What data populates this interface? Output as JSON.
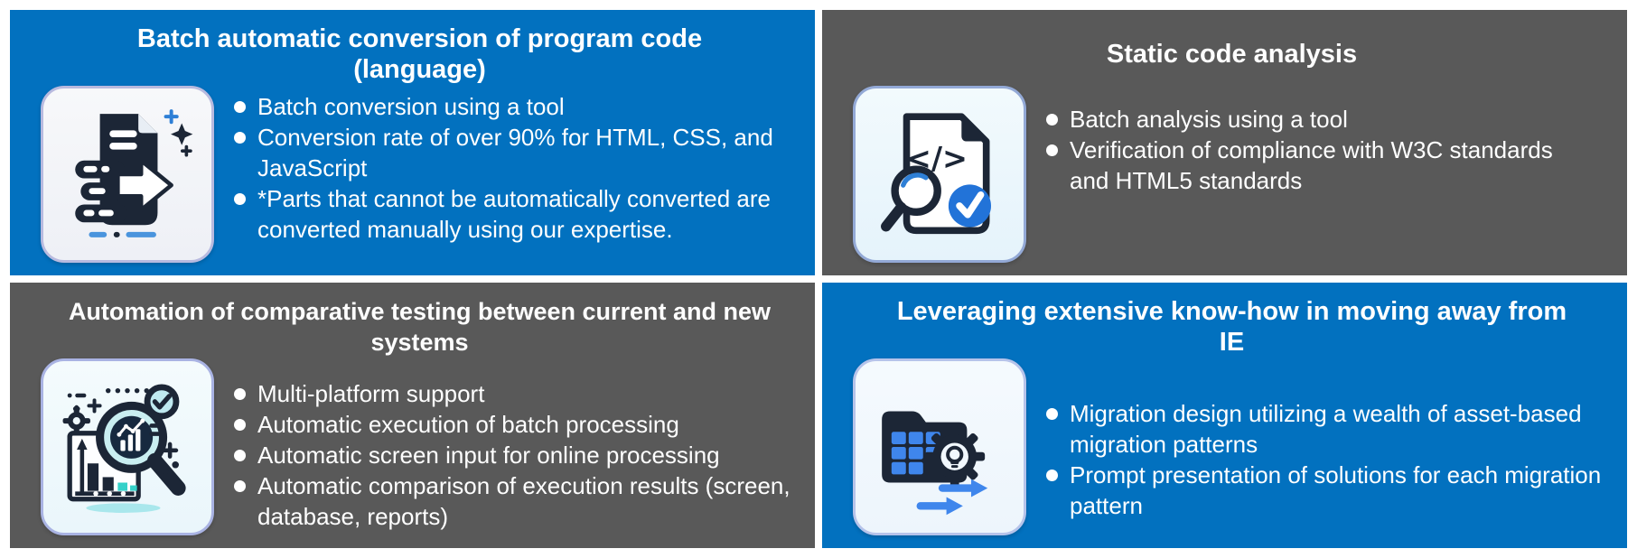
{
  "colors": {
    "panel_blue": "#0271BF",
    "panel_gray": "#595959",
    "text_white": "#FFFFFF",
    "icon_dark_navy": "#1C2636",
    "icon_accent_blue": "#2E7FD6",
    "icon_accent_teal": "#35D1C9"
  },
  "panels": [
    {
      "title": "Batch automatic conversion of program code (language)",
      "icon": "document-conversion-icon",
      "bullets": [
        "Batch conversion using a tool",
        "Conversion rate of over 90% for HTML, CSS, and JavaScript",
        "*Parts that cannot be automatically converted are converted manually using our expertise."
      ]
    },
    {
      "title": "Static code analysis",
      "icon": "code-analysis-icon",
      "bullets": [
        "Batch analysis using a tool",
        "Verification of compliance with W3C standards and HTML5 standards"
      ]
    },
    {
      "title": "Automation of comparative testing between current and new systems",
      "icon": "comparative-testing-icon",
      "bullets": [
        "Multi-platform support",
        "Automatic execution of batch processing",
        "Automatic screen input for online processing",
        "Automatic comparison of execution results (screen, database, reports)"
      ]
    },
    {
      "title": "Leveraging extensive know-how in moving away from IE",
      "icon": "ie-migration-icon",
      "bullets": [
        "Migration design utilizing a wealth of asset-based migration patterns",
        "Prompt presentation of solutions for each migration pattern"
      ]
    }
  ]
}
